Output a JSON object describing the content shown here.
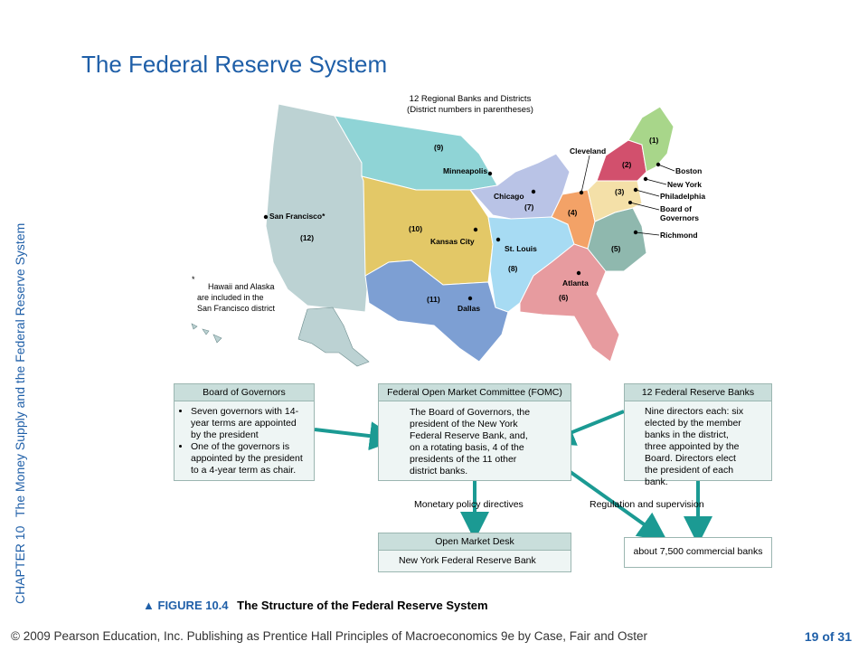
{
  "slide": {
    "title": "The Federal Reserve System",
    "sidebar_chapter": "CHAPTER 10",
    "sidebar_topic": "The Money Supply and the Federal Reserve System",
    "footer": "© 2009 Pearson Education, Inc. Publishing as Prentice Hall   Principles of Macroeconomics 9e by Case, Fair and Oster",
    "page": "19 of 31"
  },
  "map": {
    "heading_line1": "12 Regional Banks and Districts",
    "heading_line2": "(District numbers in parentheses)",
    "districts": [
      {
        "num": "(1)",
        "city": "Boston",
        "color": "#a8d68a"
      },
      {
        "num": "(2)",
        "city": "New York",
        "color": "#d2506d"
      },
      {
        "num": "(3)",
        "city": "Philadelphia",
        "color": "#f4e0a8"
      },
      {
        "num": "(4)",
        "city": "Cleveland",
        "color": "#f3a267"
      },
      {
        "num": "(5)",
        "city": "Richmond",
        "color": "#8fb8ae"
      },
      {
        "num": "(6)",
        "city": "Atlanta",
        "color": "#e79b9f"
      },
      {
        "num": "(7)",
        "city": "Chicago",
        "color": "#b9c3e6"
      },
      {
        "num": "(8)",
        "city": "St. Louis",
        "color": "#a7dbf3"
      },
      {
        "num": "(9)",
        "city": "Minneapolis",
        "color": "#8fd4d6"
      },
      {
        "num": "(10)",
        "city": "Kansas City",
        "color": "#e3c867"
      },
      {
        "num": "(11)",
        "city": "Dallas",
        "color": "#7d9fd3"
      },
      {
        "num": "(12)",
        "city": "San Francisco*",
        "color": "#bcd2d3"
      }
    ],
    "board_label_1": "Board of",
    "board_label_2": "Governors",
    "note_star": "*",
    "note_line1": "Hawaii and Alaska",
    "note_line2": "are included in the",
    "note_line3": "San Francisco district"
  },
  "flow": {
    "board": {
      "header": "Board of Governors",
      "bullets": [
        "Seven governors with 14-year terms are appointed by the president",
        "One of the governors is appointed by the president to a 4-year term as chair."
      ]
    },
    "fomc": {
      "header": "Federal Open Market Committee (FOMC)",
      "body": "The Board of Governors, the president of the New York Federal Reserve Bank, and, on a rotating basis, 4 of the presidents of the 11 other district banks."
    },
    "banks": {
      "header": "12 Federal Reserve Banks",
      "body": "Nine directors each: six elected by the member banks in the district, three appointed by the Board. Directors elect the president of each bank."
    },
    "monetary_label": "Monetary policy directives",
    "regulation_label": "Regulation and supervision",
    "desk": {
      "header": "Open Market Desk",
      "body": "New York Federal Reserve Bank"
    },
    "commercial": "about 7,500 commercial banks"
  },
  "caption": {
    "figure": "FIGURE 10.4",
    "text": "The Structure of the Federal Reserve System"
  },
  "colors": {
    "title_blue": "#1f5fa8",
    "arrow_teal": "#1b9a93"
  }
}
